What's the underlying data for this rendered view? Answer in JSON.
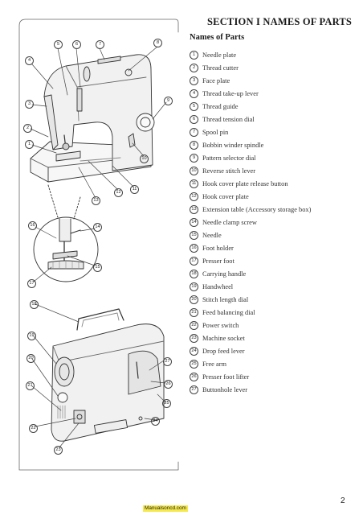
{
  "header": {
    "section_title": "SECTION I  NAMES OF PARTS",
    "names_of_parts": "Names of Parts"
  },
  "parts": [
    {
      "no": "1",
      "label": "Needle plate"
    },
    {
      "no": "2",
      "label": "Thread cutter"
    },
    {
      "no": "3",
      "label": "Face plate"
    },
    {
      "no": "4",
      "label": "Thread take-up lever"
    },
    {
      "no": "5",
      "label": "Thread guide"
    },
    {
      "no": "6",
      "label": "Thread tension dial"
    },
    {
      "no": "7",
      "label": "Spool pin"
    },
    {
      "no": "8",
      "label": "Bobbin winder spindle"
    },
    {
      "no": "9",
      "label": "Pattern selector dial"
    },
    {
      "no": "10",
      "label": "Reverse stitch lever"
    },
    {
      "no": "11",
      "label": "Hook cover plate release button"
    },
    {
      "no": "12",
      "label": "Hook cover plate"
    },
    {
      "no": "13",
      "label": "Extension table (Accessory storage box)"
    },
    {
      "no": "14",
      "label": "Needle clamp screw"
    },
    {
      "no": "15",
      "label": "Needle"
    },
    {
      "no": "16",
      "label": "Foot holder"
    },
    {
      "no": "17",
      "label": "Presser foot"
    },
    {
      "no": "18",
      "label": "Carrying handle"
    },
    {
      "no": "19",
      "label": "Handwheel"
    },
    {
      "no": "20",
      "label": "Stitch length dial"
    },
    {
      "no": "21",
      "label": "Feed balancing dial"
    },
    {
      "no": "22",
      "label": "Power switch"
    },
    {
      "no": "23",
      "label": "Machine socket"
    },
    {
      "no": "24",
      "label": "Drop feed lever"
    },
    {
      "no": "25",
      "label": "Free arm"
    },
    {
      "no": "26",
      "label": "Presser foot lifter"
    },
    {
      "no": "27",
      "label": "Buttonhole lever"
    }
  ],
  "figure_callouts": [
    "1",
    "2",
    "3",
    "4",
    "5",
    "6",
    "7",
    "8",
    "9",
    "10",
    "11",
    "12",
    "13",
    "14",
    "15",
    "16",
    "17",
    "18",
    "19",
    "20",
    "21",
    "22",
    "23",
    "24",
    "25",
    "26",
    "27"
  ],
  "page_number": "2",
  "watermark": "Manualsoncd.com"
}
